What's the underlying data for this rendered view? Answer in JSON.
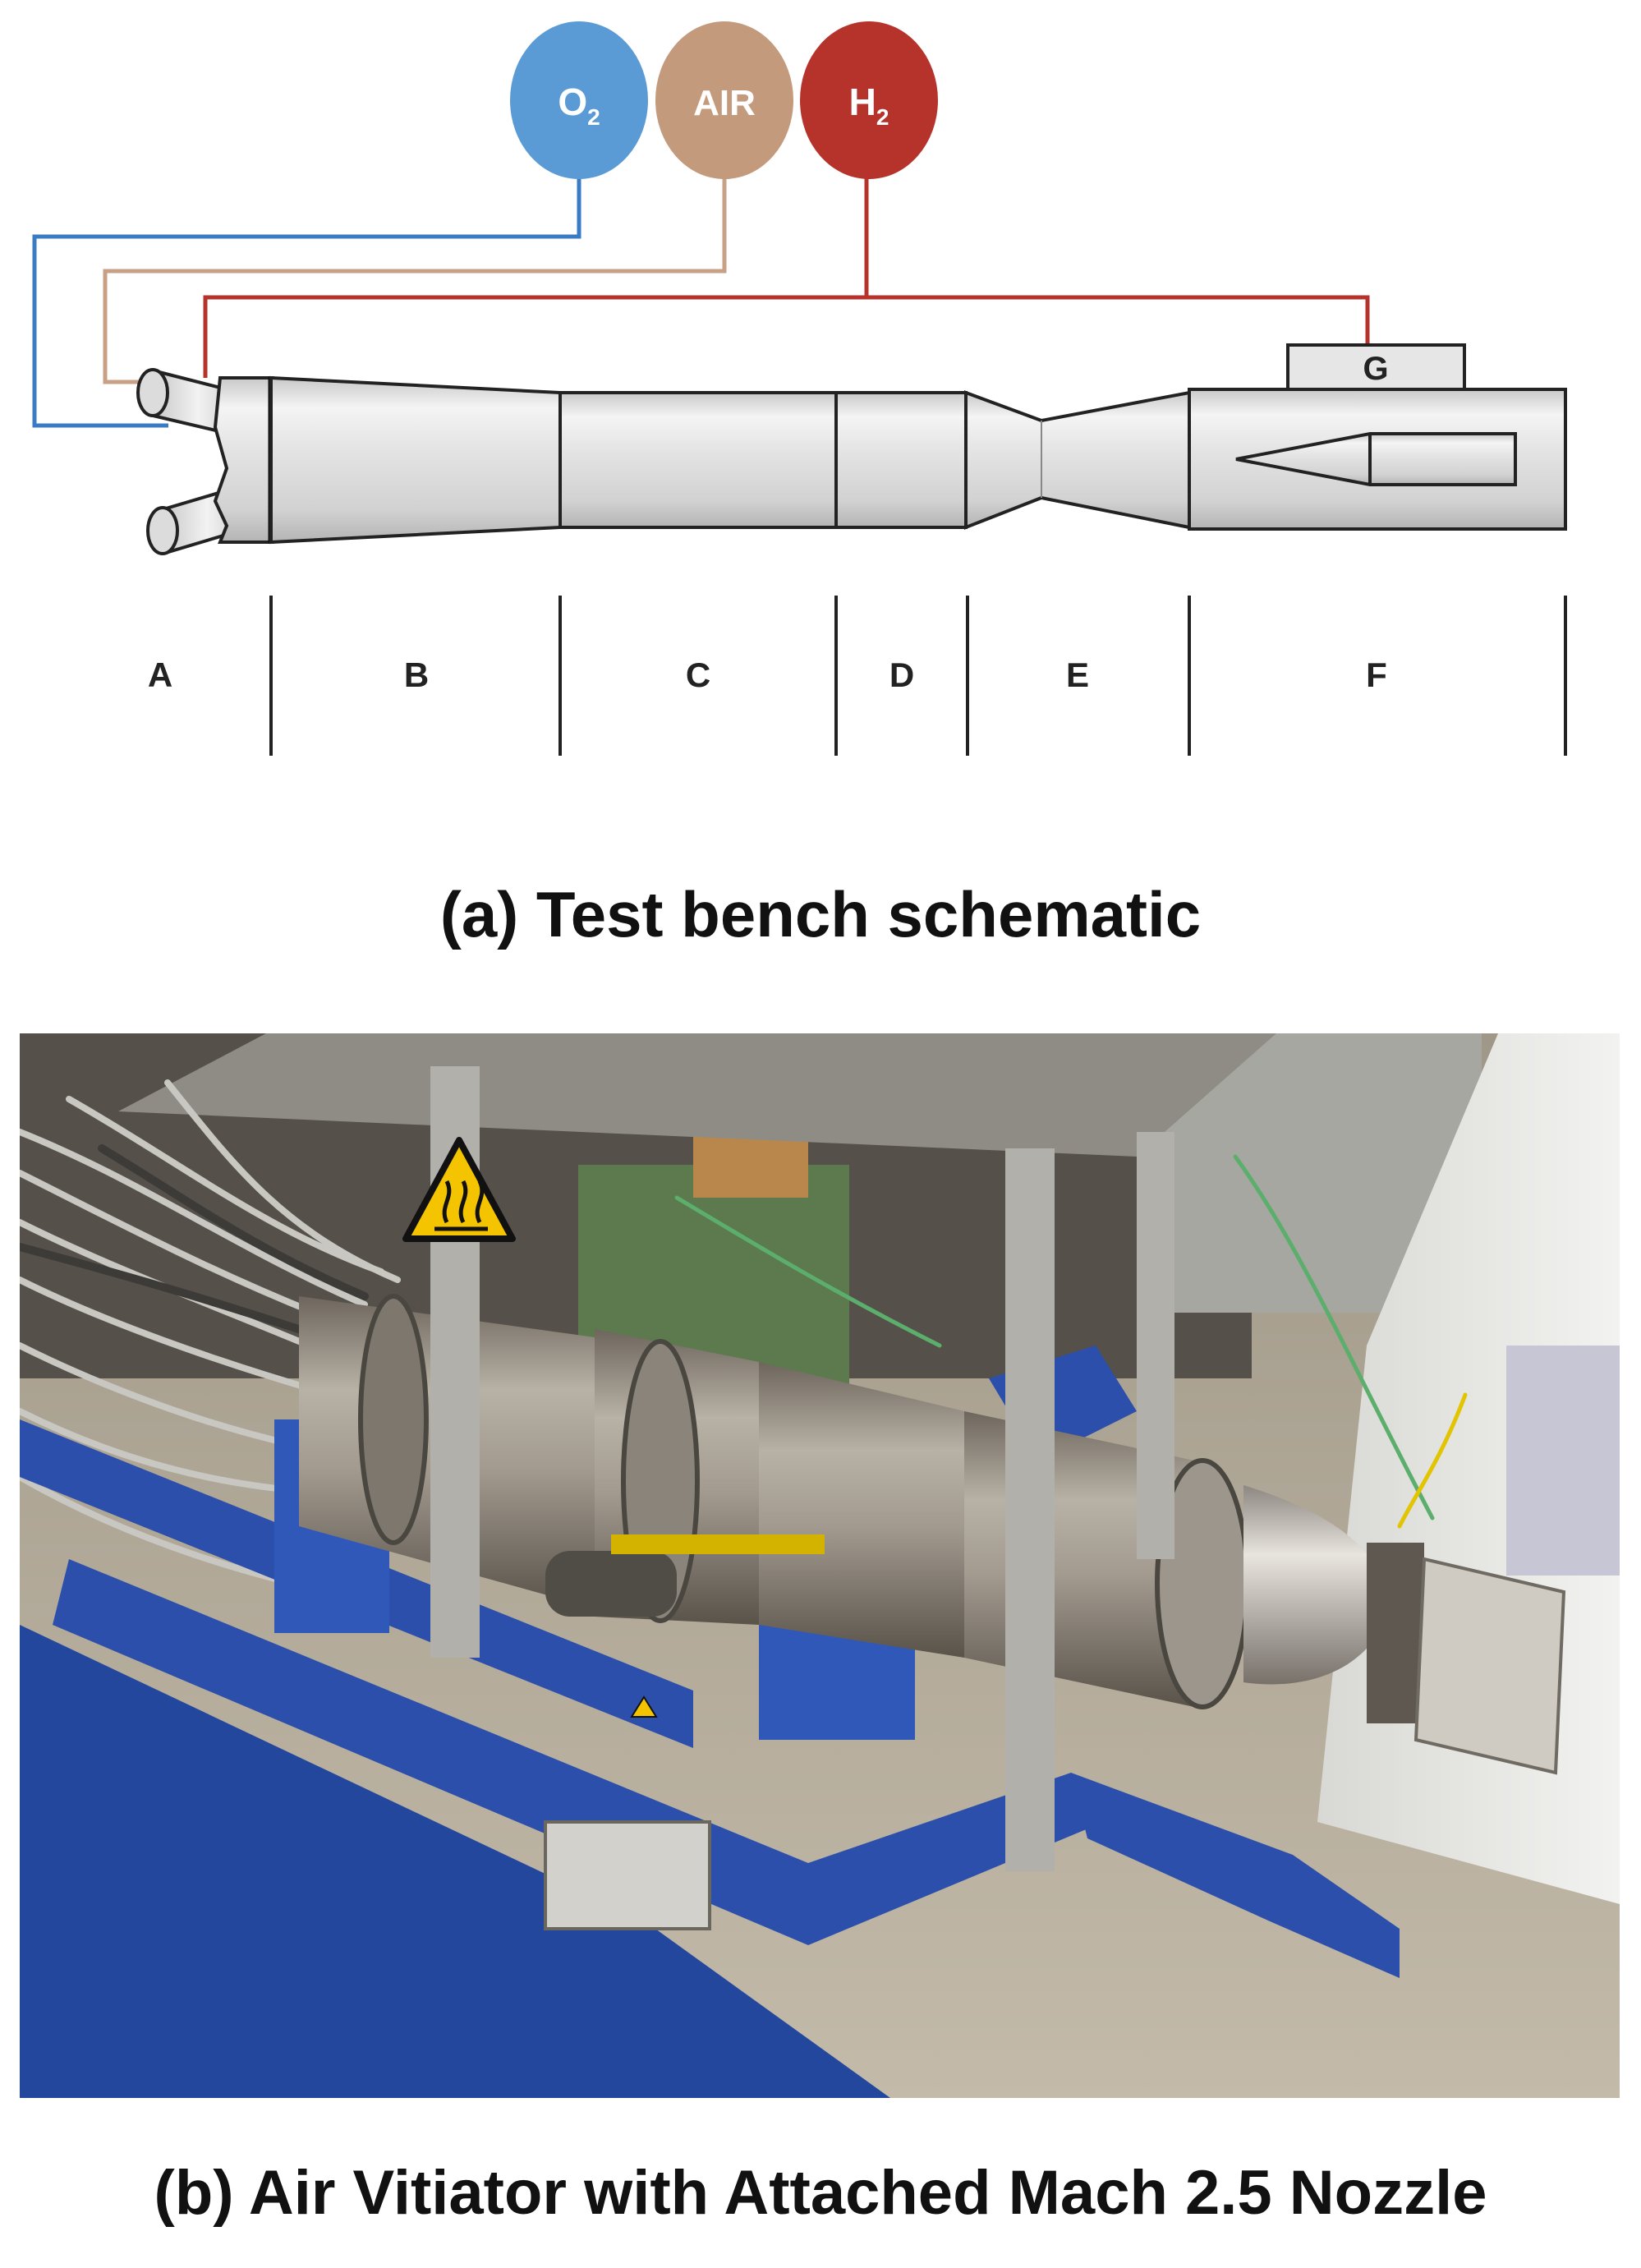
{
  "schematic": {
    "gas_sources": [
      {
        "label": "O",
        "subscript": "2",
        "color": "#5b9bd5"
      },
      {
        "label": "AIR",
        "subscript": "",
        "color": "#c49a7c"
      },
      {
        "label": "H",
        "subscript": "2",
        "color": "#b5332b"
      }
    ],
    "line_colors": {
      "o2": "#3a7cc4",
      "air": "#c7a085",
      "h2": "#b5332b"
    },
    "component_g_label": "G",
    "section_labels": [
      "A",
      "B",
      "C",
      "D",
      "E",
      "F"
    ]
  },
  "caption_a": "(a) Test bench schematic",
  "caption_b": "(b) Air Vitiator with Attached Mach 2.5 Nozzle",
  "photo": {
    "description_icons": [
      "hot-surface-warning-icon",
      "caution-triangle-icon"
    ],
    "colors": {
      "frame_blue": "#2b4faa",
      "steel": "#a9a49c",
      "floor": "#b5ac9c"
    }
  }
}
